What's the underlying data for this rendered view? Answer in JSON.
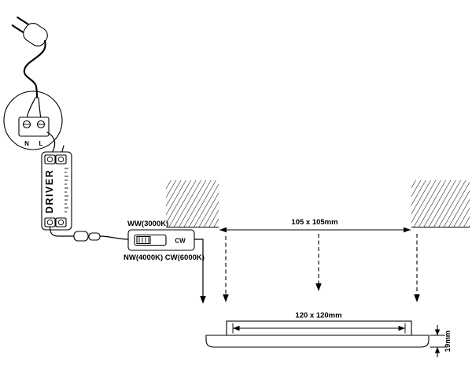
{
  "diagram": {
    "driver": {
      "label": "DRIVER"
    },
    "terminals": {
      "neutral": "N",
      "live": "L"
    },
    "cct_switch": {
      "top_label": "WW(3000K)",
      "bottom_label": "NW(4000K) CW(6000K)",
      "position_label": "CW"
    },
    "dimensions": {
      "cutout": "105 x 105mm",
      "panel": "120 x 120mm",
      "height": "19mm"
    }
  },
  "colors": {
    "line": "#000000",
    "background": "#ffffff"
  }
}
